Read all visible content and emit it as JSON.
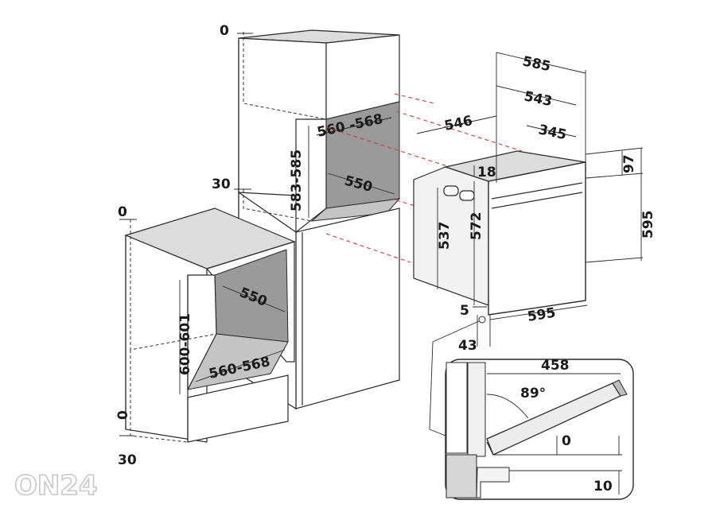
{
  "dimensions": {
    "tall_top_gap": "0",
    "tall_side_gap": "30",
    "tall_niche_width": "560 -568",
    "tall_niche_height": "583-585",
    "tall_niche_depth": "550",
    "low_top_gap": "0",
    "low_niche_height": "600-601",
    "low_niche_depth": "550",
    "low_niche_width": "560-568",
    "low_bottom_gap_zero": "0",
    "low_bottom_gap": "30",
    "oven_depth_total": "585",
    "oven_depth_body": "543",
    "oven_depth_side": "546",
    "oven_depth_rear": "345",
    "oven_top_offset": "18",
    "oven_top_panel": "97",
    "oven_body_height": "537",
    "oven_front_height": "572",
    "oven_total_height": "595",
    "oven_width": "595",
    "oven_bottom_offset": "5",
    "oven_front_thickness": "43",
    "door_depth": "458",
    "door_angle": "89°",
    "door_gap_zero": "0",
    "door_gap_bottom": "10"
  },
  "watermark": "ON24"
}
